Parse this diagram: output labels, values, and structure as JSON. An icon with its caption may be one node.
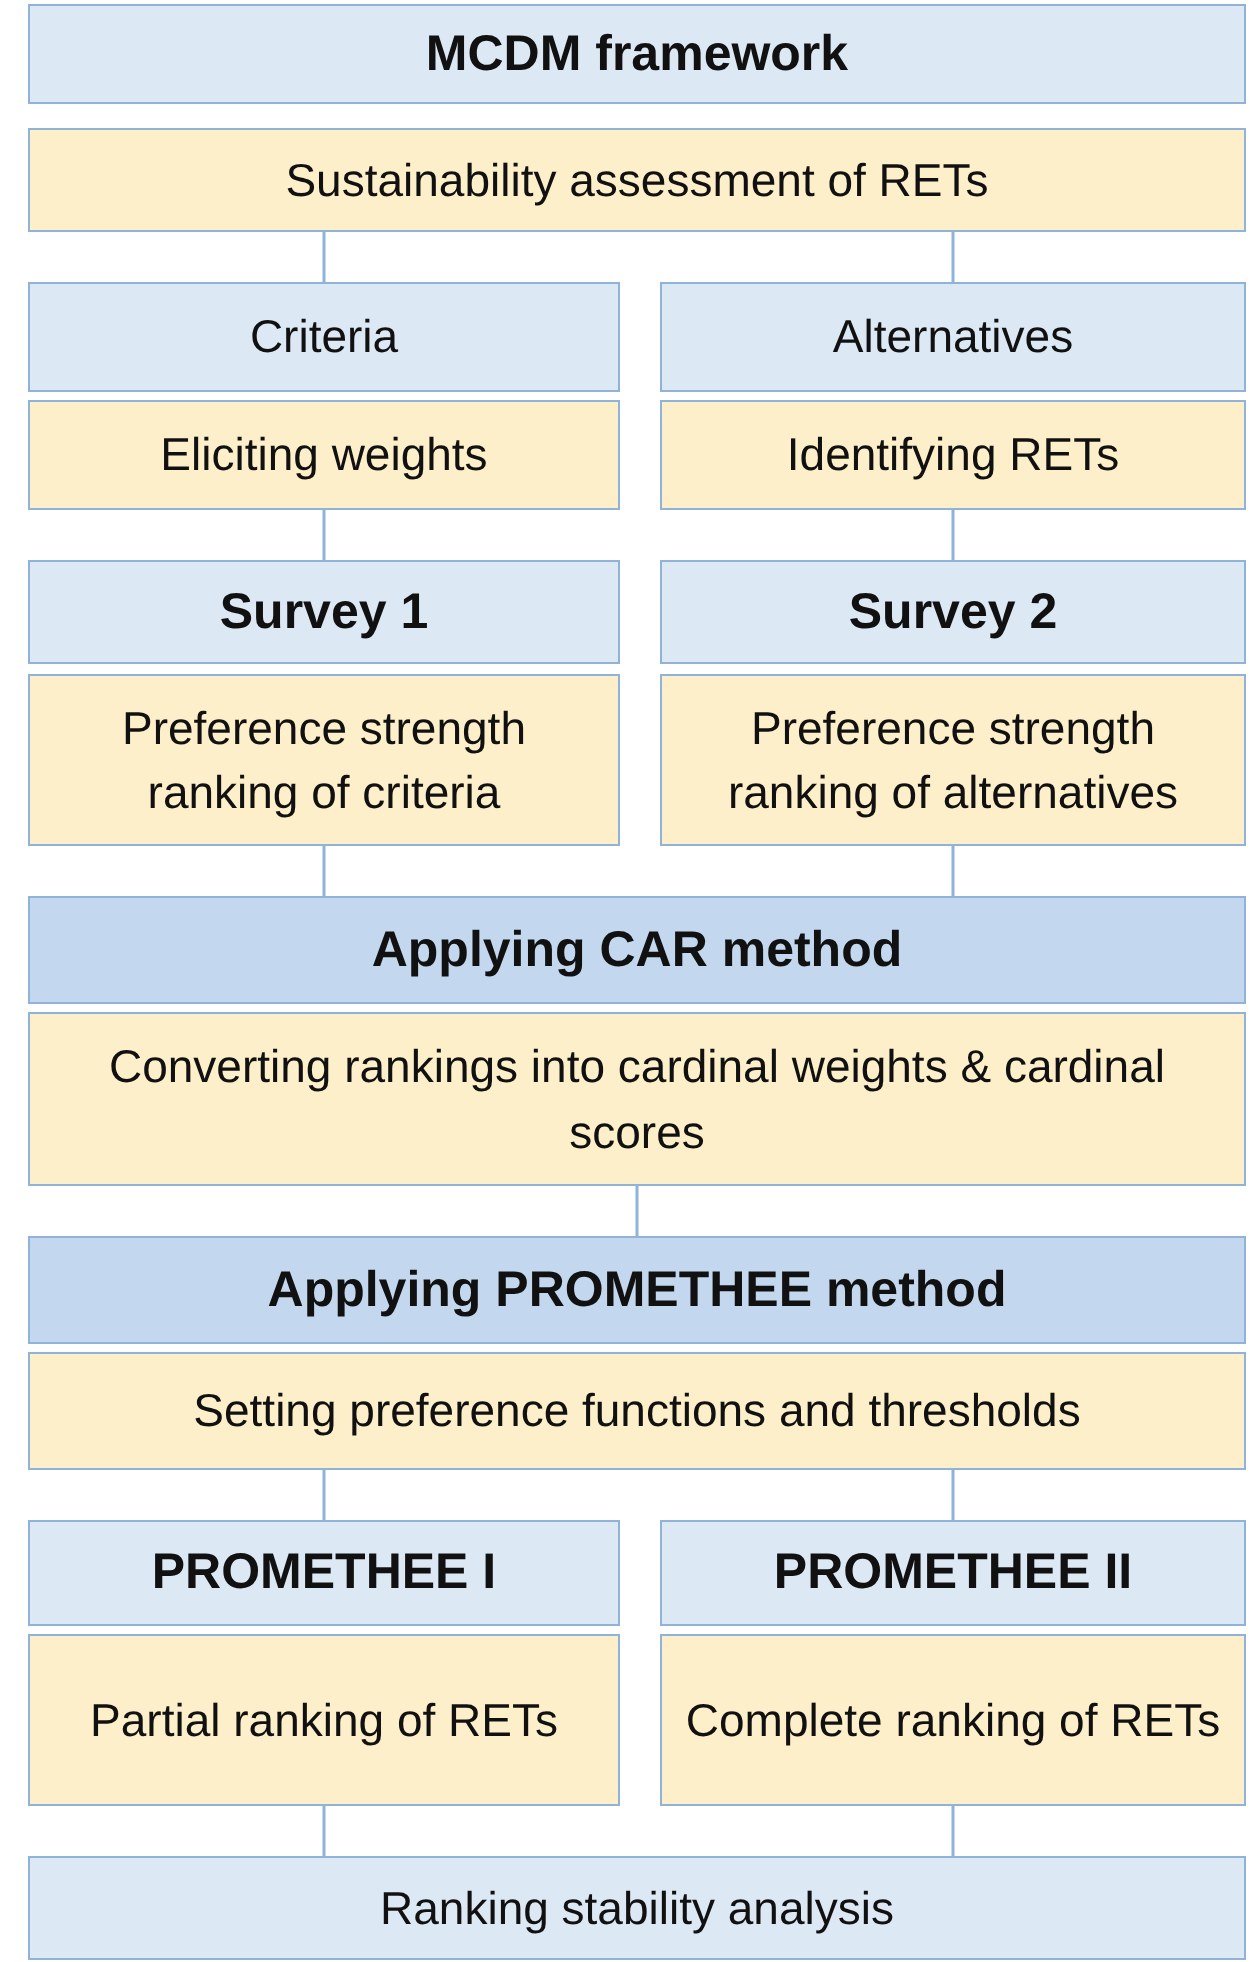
{
  "diagram": {
    "nodes": [
      {
        "text": [
          "MCDM framework"
        ]
      },
      {
        "text": [
          "Sustainability assessment of RETs"
        ]
      },
      {
        "text": [
          "Criteria"
        ]
      },
      {
        "text": [
          "Eliciting weights"
        ]
      },
      {
        "text": [
          "Alternatives"
        ]
      },
      {
        "text": [
          "Identifying RETs"
        ]
      },
      {
        "text": [
          "Survey 1"
        ]
      },
      {
        "text": [
          "Preference strength ranking of criteria"
        ]
      },
      {
        "text": [
          "Survey 2"
        ]
      },
      {
        "text": [
          "Preference strength ranking of alternatives"
        ]
      },
      {
        "text": [
          "Applying CAR method"
        ]
      },
      {
        "text": [
          "Converting rankings into cardinal weights & cardinal scores"
        ]
      },
      {
        "text": [
          "Applying PROMETHEE method"
        ]
      },
      {
        "text": [
          "Setting preference functions and thresholds"
        ]
      },
      {
        "text": [
          "PROMETHEE I"
        ]
      },
      {
        "text": [
          "PROMETHEE II"
        ]
      },
      {
        "text": [
          "Partial ranking of RETs"
        ]
      },
      {
        "text": [
          "Complete ranking of RETs"
        ]
      },
      {
        "text": [
          "Ranking stability analysis"
        ]
      }
    ],
    "edges": [
      {
        "from": 1,
        "to": 2,
        "arrow": "none"
      },
      {
        "from": 1,
        "to": 4,
        "arrow": "none"
      },
      {
        "from": 3,
        "to": 6,
        "arrow": "none"
      },
      {
        "from": 5,
        "to": 8,
        "arrow": "none"
      },
      {
        "from": 7,
        "to": 10,
        "arrow": "none"
      },
      {
        "from": 9,
        "to": 10,
        "arrow": "none"
      },
      {
        "from": 11,
        "to": 12,
        "arrow": "none"
      },
      {
        "from": 13,
        "to": 14,
        "arrow": "none"
      },
      {
        "from": 13,
        "to": 15,
        "arrow": "none"
      },
      {
        "from": 16,
        "to": 18,
        "arrow": "none"
      },
      {
        "from": 17,
        "to": 18,
        "arrow": "none"
      }
    ]
  }
}
